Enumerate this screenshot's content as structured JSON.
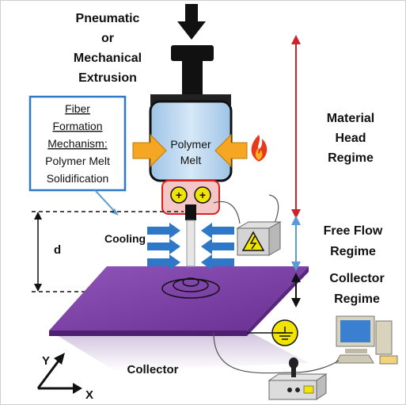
{
  "title_lines": [
    "Pneumatic",
    "or",
    "Mechanical",
    "Extrusion"
  ],
  "callout_lines": [
    "Fiber",
    "Formation",
    "Mechanism:",
    "Polymer Melt",
    "Solidification"
  ],
  "barrel_lines": [
    "Polymer",
    "Melt"
  ],
  "heater_symbols": [
    "+",
    "+"
  ],
  "cooling_label": "Cooling",
  "distance_label": "d",
  "collector_label": "Collector",
  "axis_labels": {
    "y": "Y",
    "x": "X"
  },
  "regimes": {
    "material_head": [
      "Material",
      "Head",
      "Regime"
    ],
    "free_flow": [
      "Free Flow",
      "Regime"
    ],
    "collector": [
      "Collector",
      "Regime"
    ]
  },
  "colors": {
    "barrel": "#bcd7ef",
    "heater_ring": "#f4c6c6",
    "heater_dot": "#f1e400",
    "plate": "#7a3fa0",
    "arrows_orange": "#f5a623",
    "cooling_arrows": "#2e78c7",
    "regime_red": "#d0202a",
    "regime_blue": "#5b9bd5"
  },
  "icons": [
    "down-arrow-icon",
    "flame-icon",
    "high-voltage-icon",
    "ground-icon",
    "computer-icon",
    "joystick-controller-icon"
  ]
}
